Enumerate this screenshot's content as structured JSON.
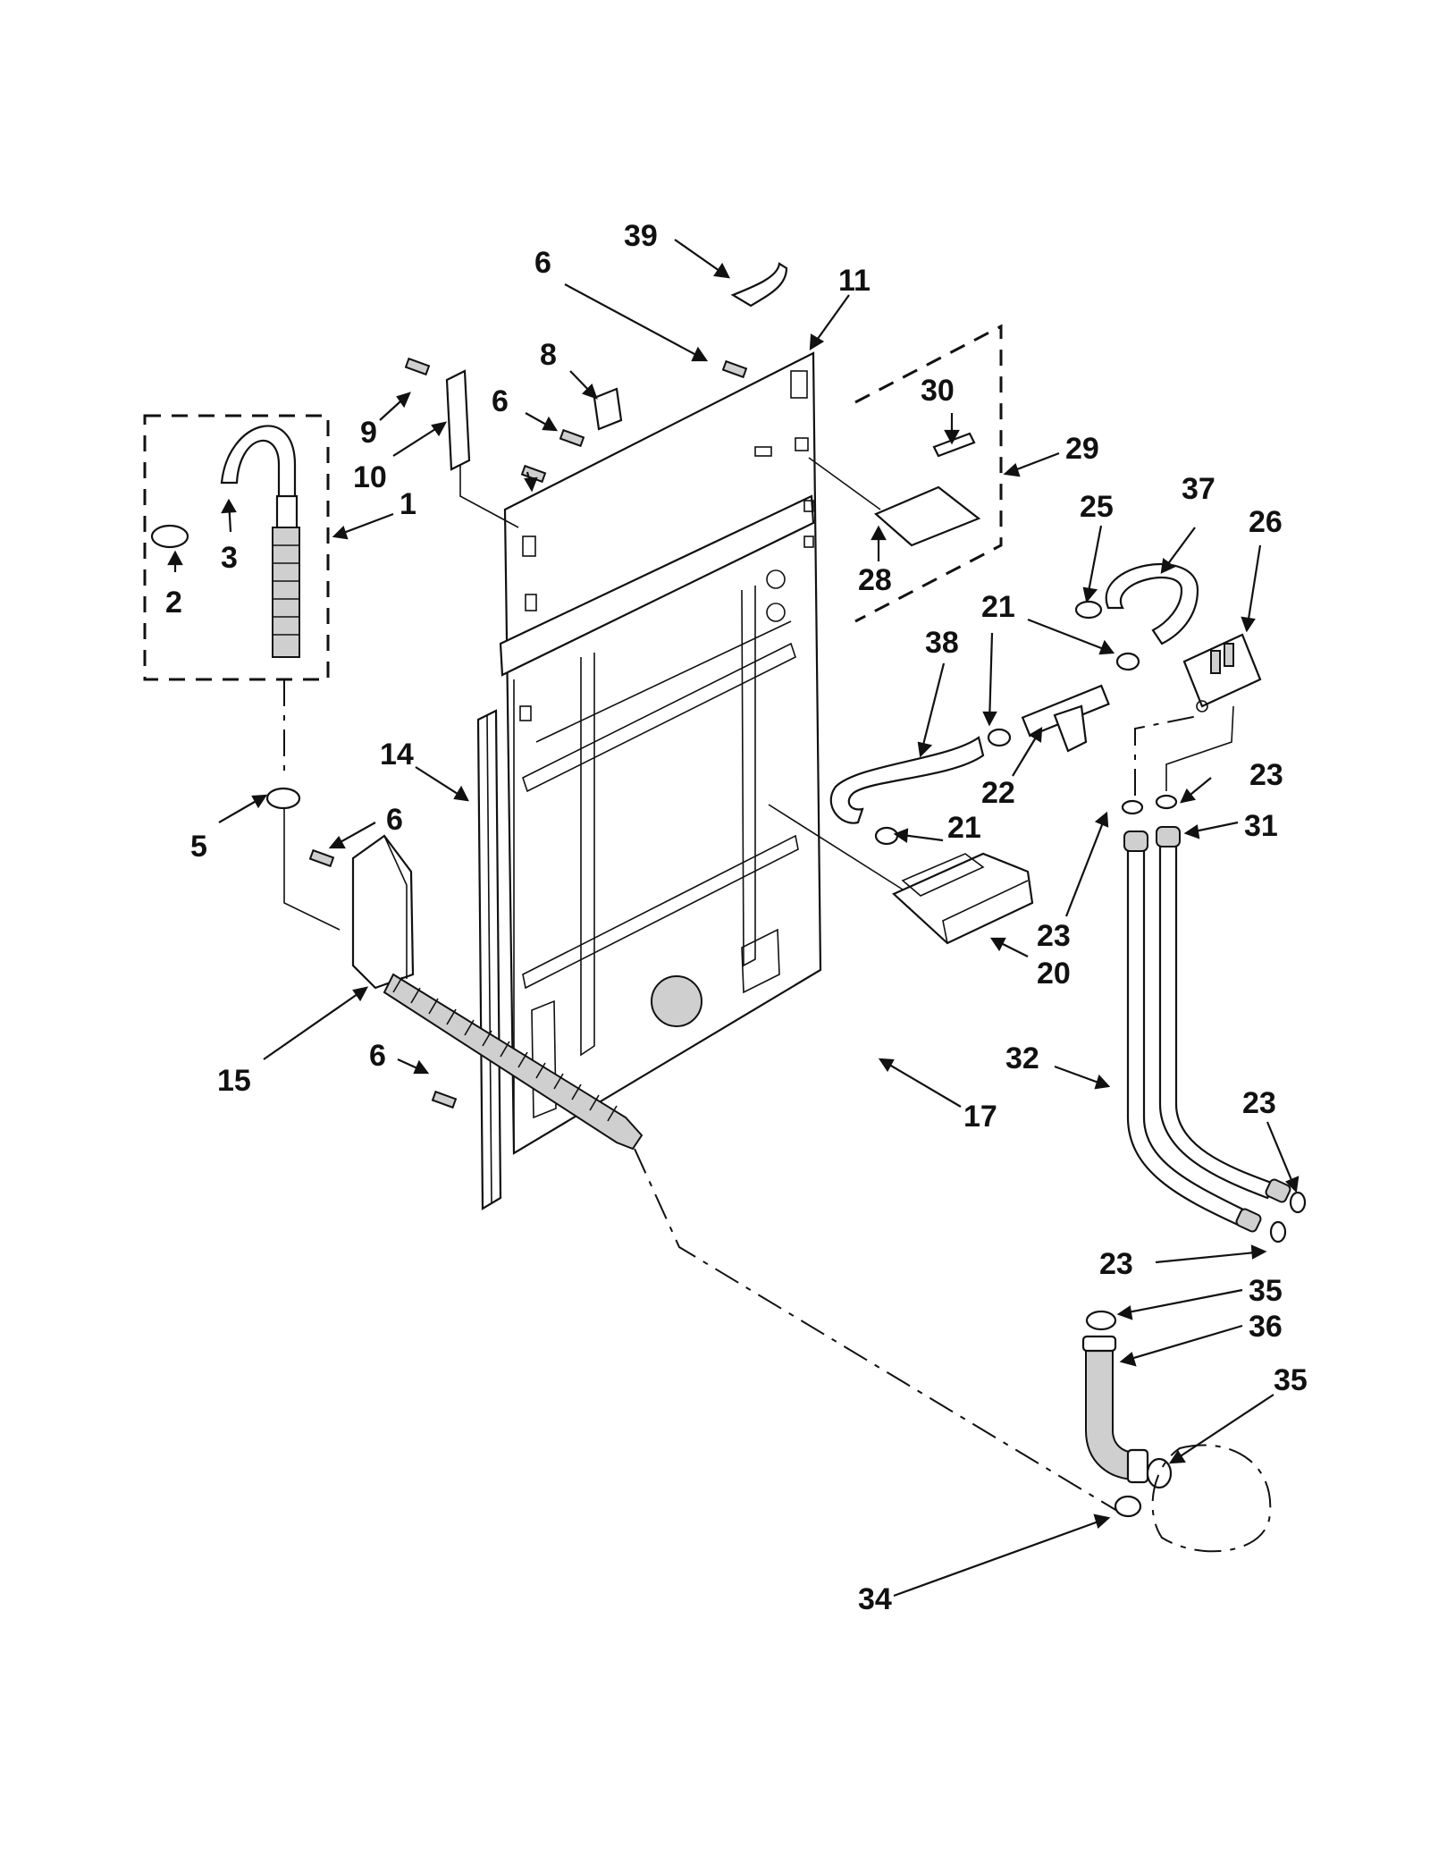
{
  "callouts": [
    {
      "id": "39",
      "label": "39"
    },
    {
      "id": "11",
      "label": "11"
    },
    {
      "id": "6a",
      "label": "6"
    },
    {
      "id": "8",
      "label": "8"
    },
    {
      "id": "30",
      "label": "30"
    },
    {
      "id": "9",
      "label": "9"
    },
    {
      "id": "6b",
      "label": "6"
    },
    {
      "id": "29",
      "label": "29"
    },
    {
      "id": "10",
      "label": "10"
    },
    {
      "id": "1",
      "label": "1"
    },
    {
      "id": "25",
      "label": "25"
    },
    {
      "id": "37",
      "label": "37"
    },
    {
      "id": "26",
      "label": "26"
    },
    {
      "id": "3",
      "label": "3"
    },
    {
      "id": "28",
      "label": "28"
    },
    {
      "id": "2",
      "label": "2"
    },
    {
      "id": "21a",
      "label": "21"
    },
    {
      "id": "38",
      "label": "38"
    },
    {
      "id": "14",
      "label": "14"
    },
    {
      "id": "23a",
      "label": "23"
    },
    {
      "id": "22",
      "label": "22"
    },
    {
      "id": "6c",
      "label": "6"
    },
    {
      "id": "5",
      "label": "5"
    },
    {
      "id": "21b",
      "label": "21"
    },
    {
      "id": "31",
      "label": "31"
    },
    {
      "id": "23b",
      "label": "23"
    },
    {
      "id": "20",
      "label": "20"
    },
    {
      "id": "15",
      "label": "15"
    },
    {
      "id": "6d",
      "label": "6"
    },
    {
      "id": "32",
      "label": "32"
    },
    {
      "id": "17",
      "label": "17"
    },
    {
      "id": "23c",
      "label": "23"
    },
    {
      "id": "23d",
      "label": "23"
    },
    {
      "id": "35a",
      "label": "35"
    },
    {
      "id": "36",
      "label": "36"
    },
    {
      "id": "35b",
      "label": "35"
    },
    {
      "id": "34",
      "label": "34"
    }
  ]
}
